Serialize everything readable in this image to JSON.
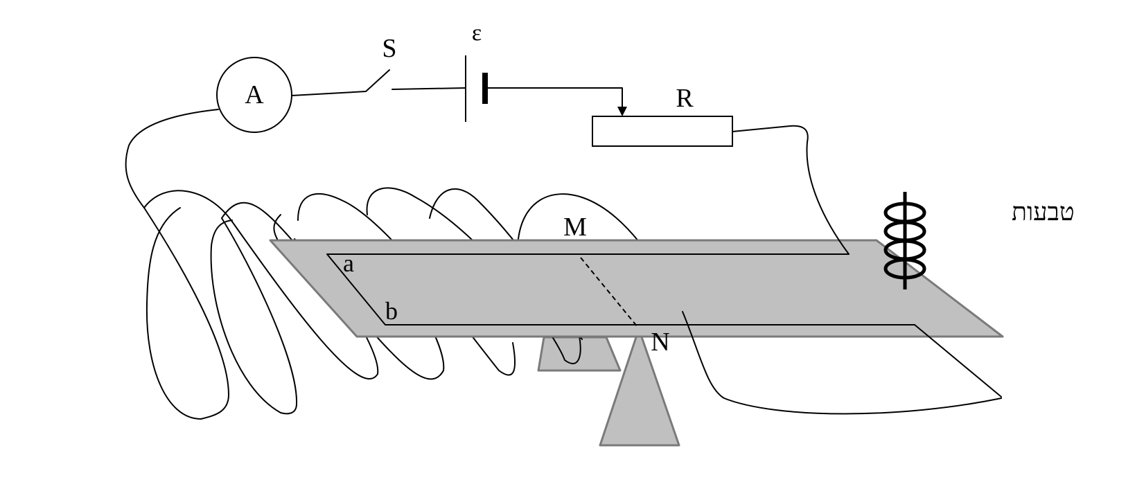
{
  "labels": {
    "ammeter": "A",
    "switch": "S",
    "emf": "ε",
    "resistor": "R",
    "rail_a": "a",
    "rail_b": "b",
    "point_m": "M",
    "point_n": "N",
    "rings": "טבעות"
  },
  "colors": {
    "board_fill": "#c0c0c0",
    "board_stroke": "#7a7a7a",
    "wire": "#000000"
  }
}
